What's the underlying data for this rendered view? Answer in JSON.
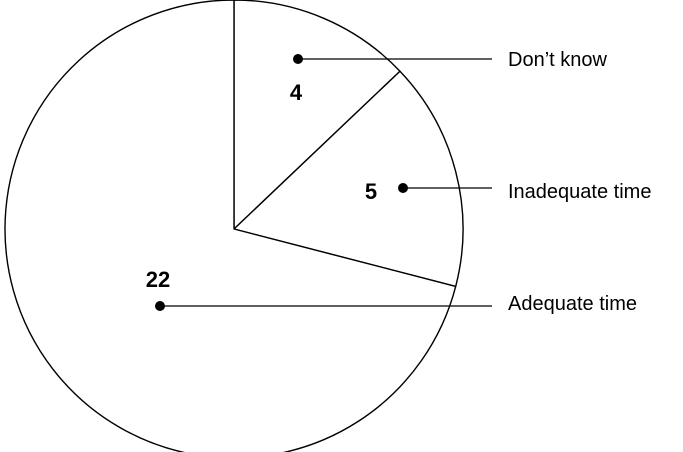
{
  "chart_data": {
    "type": "pie",
    "slices": [
      {
        "label": "Don’t know",
        "value": 4
      },
      {
        "label": "Inadequate time",
        "value": 5
      },
      {
        "label": "Adequate time",
        "value": 22
      }
    ],
    "colors": {
      "fill": "#ffffff",
      "stroke": "#000000"
    }
  }
}
